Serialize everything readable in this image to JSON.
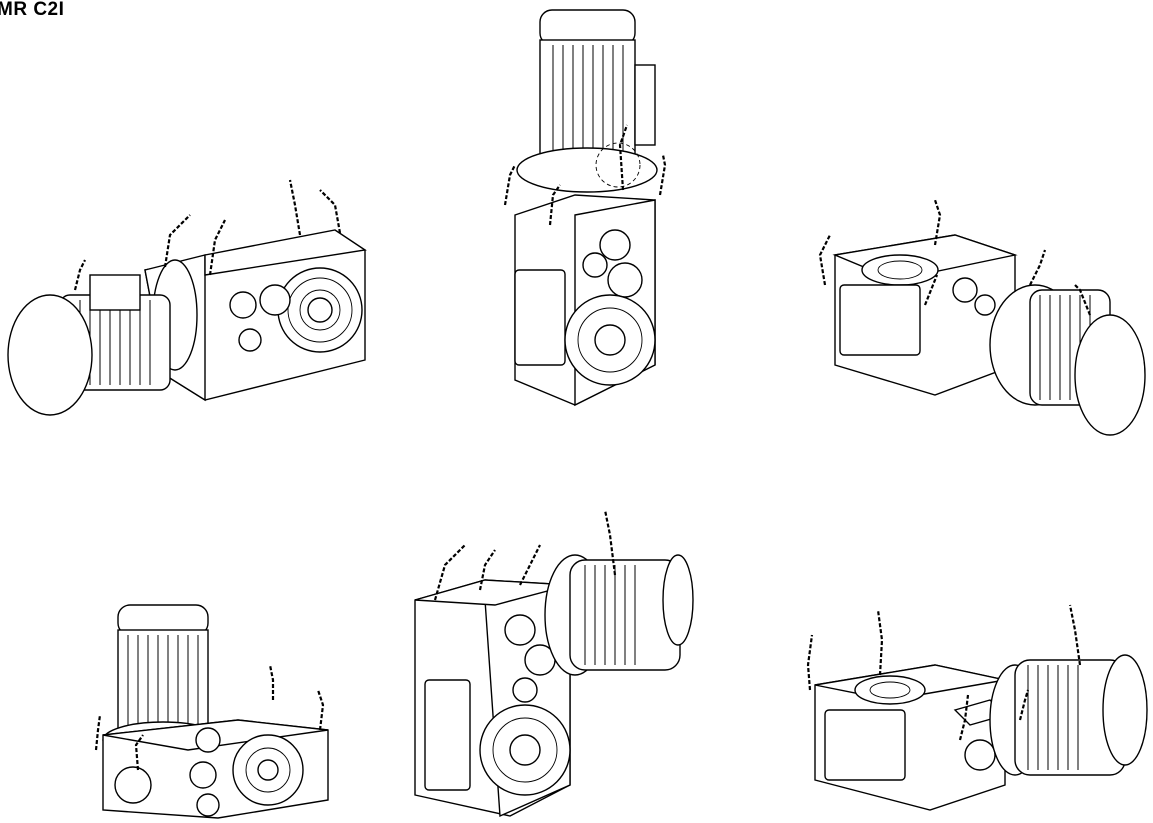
{
  "page": {
    "title": "MR C2I"
  },
  "figures": [
    {
      "id": "fig1",
      "orientation": "horizontal-motor-left"
    },
    {
      "id": "fig2",
      "orientation": "vertical-motor-up"
    },
    {
      "id": "fig3",
      "orientation": "horizontal-motor-right"
    },
    {
      "id": "fig4",
      "orientation": "vertical-motor-up-side"
    },
    {
      "id": "fig5",
      "orientation": "vertical-housing-motor-right"
    },
    {
      "id": "fig6",
      "orientation": "horizontal-lifted-motor-right"
    }
  ]
}
